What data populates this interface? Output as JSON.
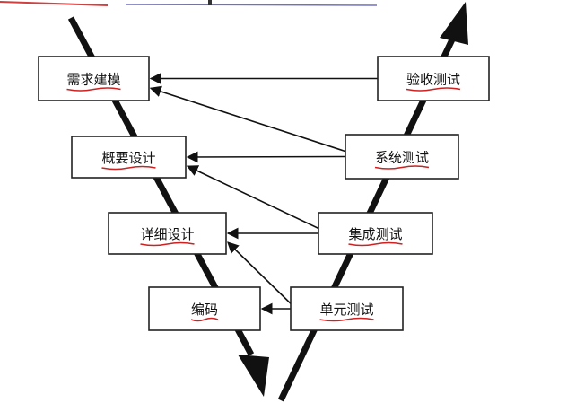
{
  "colors": {
    "line": "#111111",
    "box_border": "#222222",
    "underline": "#cc2222",
    "top_marks": "#d04040"
  },
  "dev_phases": [
    {
      "id": "req",
      "label": "需求建模"
    },
    {
      "id": "outline",
      "label": "概要设计"
    },
    {
      "id": "detail",
      "label": "详细设计"
    },
    {
      "id": "code",
      "label": "编码"
    }
  ],
  "test_phases": [
    {
      "id": "accept",
      "label": "验收测试"
    },
    {
      "id": "system",
      "label": "系统测试"
    },
    {
      "id": "integ",
      "label": "集成测试"
    },
    {
      "id": "unit",
      "label": "单元测试"
    }
  ],
  "links": [
    {
      "from": "accept",
      "to": "req"
    },
    {
      "from": "system",
      "to": "req"
    },
    {
      "from": "system",
      "to": "outline"
    },
    {
      "from": "integ",
      "to": "outline"
    },
    {
      "from": "integ",
      "to": "detail"
    },
    {
      "from": "unit",
      "to": "detail"
    },
    {
      "from": "unit",
      "to": "code"
    }
  ]
}
